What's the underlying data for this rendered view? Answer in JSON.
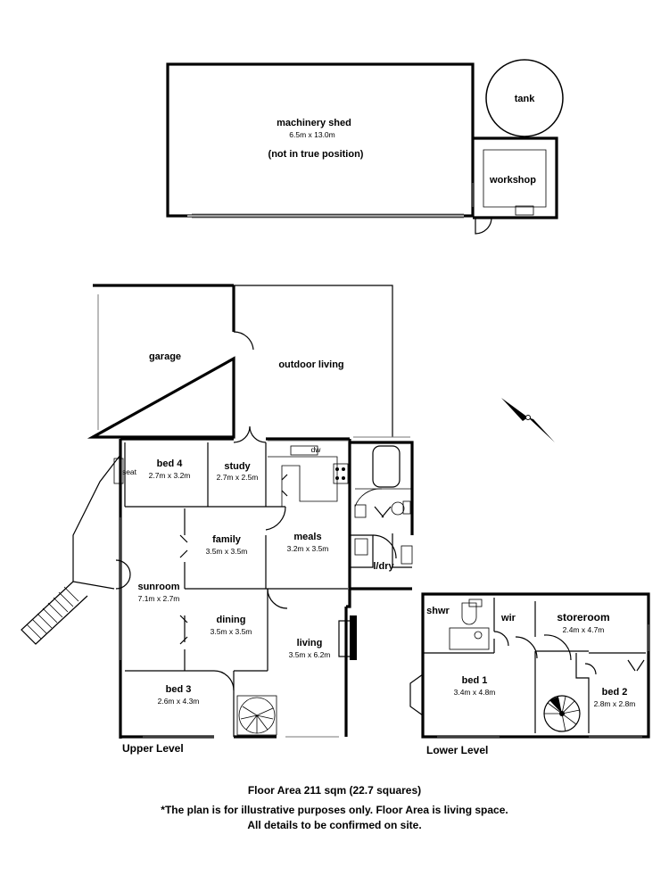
{
  "structures": {
    "machinery_shed": {
      "label": "machinery shed",
      "dims": "6.5m x 13.0m",
      "note": "(not in true position)"
    },
    "tank": {
      "label": "tank"
    },
    "workshop": {
      "label": "workshop"
    }
  },
  "upper_rooms": {
    "garage": {
      "label": "garage"
    },
    "outdoor_living": {
      "label": "outdoor living"
    },
    "bed4": {
      "label": "bed 4",
      "dims": "2.7m x 3.2m"
    },
    "seat": {
      "label": "seat"
    },
    "study": {
      "label": "study",
      "dims": "2.7m x 2.5m"
    },
    "dw": {
      "label": "dw"
    },
    "family": {
      "label": "family",
      "dims": "3.5m x 3.5m"
    },
    "meals": {
      "label": "meals",
      "dims": "3.2m x 3.5m"
    },
    "ldry": {
      "label": "l/dry"
    },
    "sunroom": {
      "label": "sunroom",
      "dims": "7.1m x 2.7m"
    },
    "dining": {
      "label": "dining",
      "dims": "3.5m x 3.5m"
    },
    "living": {
      "label": "living",
      "dims": "3.5m x 6.2m"
    },
    "bed3": {
      "label": "bed 3",
      "dims": "2.6m x 4.3m"
    }
  },
  "lower_rooms": {
    "shwr": {
      "label": "shwr"
    },
    "wir": {
      "label": "wir"
    },
    "storeroom": {
      "label": "storeroom",
      "dims": "2.4m x 4.7m"
    },
    "bed1": {
      "label": "bed 1",
      "dims": "3.4m x 4.8m"
    },
    "bed2": {
      "label": "bed 2",
      "dims": "2.8m x 2.8m"
    }
  },
  "levels": {
    "upper": "Upper Level",
    "lower": "Lower Level"
  },
  "footer": {
    "floor_area": "Floor Area 211 sqm (22.7 squares)",
    "disclaimer": "*The plan is for illustrative purposes only. Floor Area is living space.",
    "confirm": "All details to be confirmed on site."
  }
}
